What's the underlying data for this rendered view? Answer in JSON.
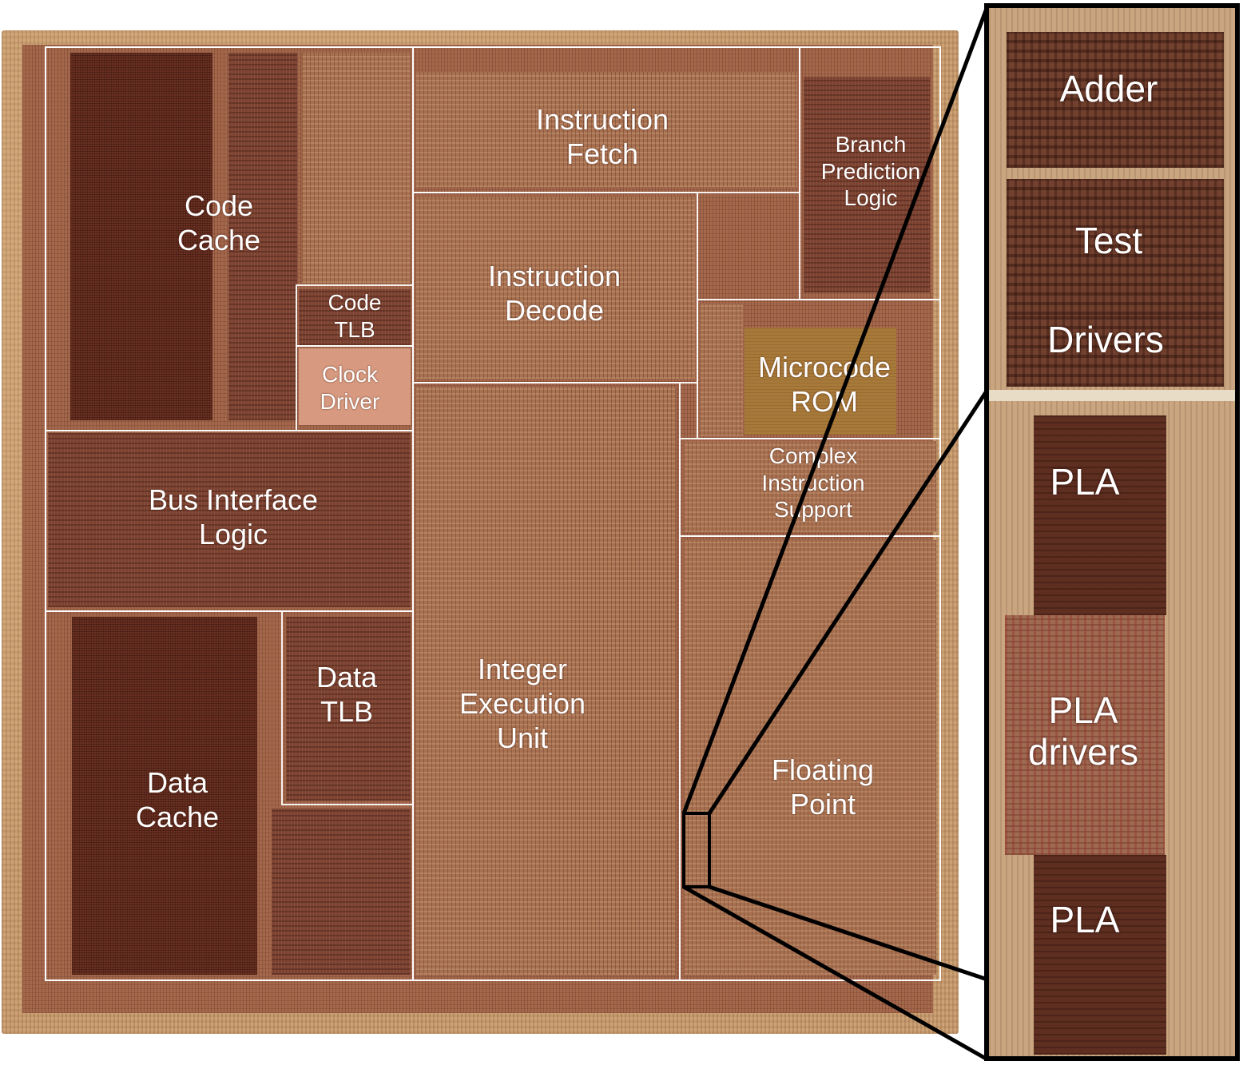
{
  "blocks": {
    "code_cache": "Code\nCache",
    "instruction_fetch": "Instruction\nFetch",
    "branch_prediction": "Branch\nPrediction\nLogic",
    "instruction_decode": "Instruction\nDecode",
    "code_tlb": "Code\nTLB",
    "clock_driver": "Clock\nDriver",
    "microcode_rom": "Microcode\nROM",
    "complex_instruction_support": "Complex\nInstruction\nSupport",
    "bus_interface_logic": "Bus Interface\nLogic",
    "integer_execution_unit": "Integer\nExecution\nUnit",
    "data_tlb": "Data\nTLB",
    "data_cache": "Data\nCache",
    "floating_point": "Floating\nPoint"
  },
  "inset": {
    "adder": "Adder",
    "test": "Test",
    "drivers": "Drivers",
    "pla_top": "PLA",
    "pla_drivers": "PLA\ndrivers",
    "pla_bottom": "PLA"
  }
}
